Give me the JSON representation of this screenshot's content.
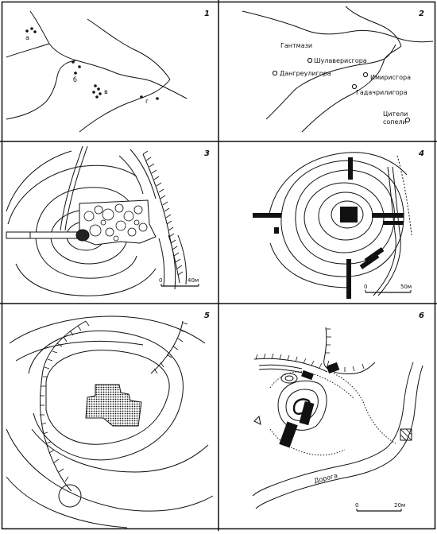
{
  "panels": [
    {
      "number": "1",
      "labels": [
        "а",
        "б",
        "в",
        "г"
      ]
    },
    {
      "number": "2",
      "labels": [
        "Гантмази",
        "Шулаверисгора",
        "Дангреулигора",
        "Имирисгора",
        "Гадачрилигора",
        "Цители",
        "сопели"
      ]
    },
    {
      "number": "3",
      "scale": {
        "start": "0",
        "end": "40м"
      }
    },
    {
      "number": "4",
      "scale": {
        "start": "0",
        "end": "50м"
      }
    },
    {
      "number": "5"
    },
    {
      "number": "6",
      "road_label": "Дорога",
      "scale": {
        "start": "0",
        "end": "20м"
      }
    }
  ]
}
